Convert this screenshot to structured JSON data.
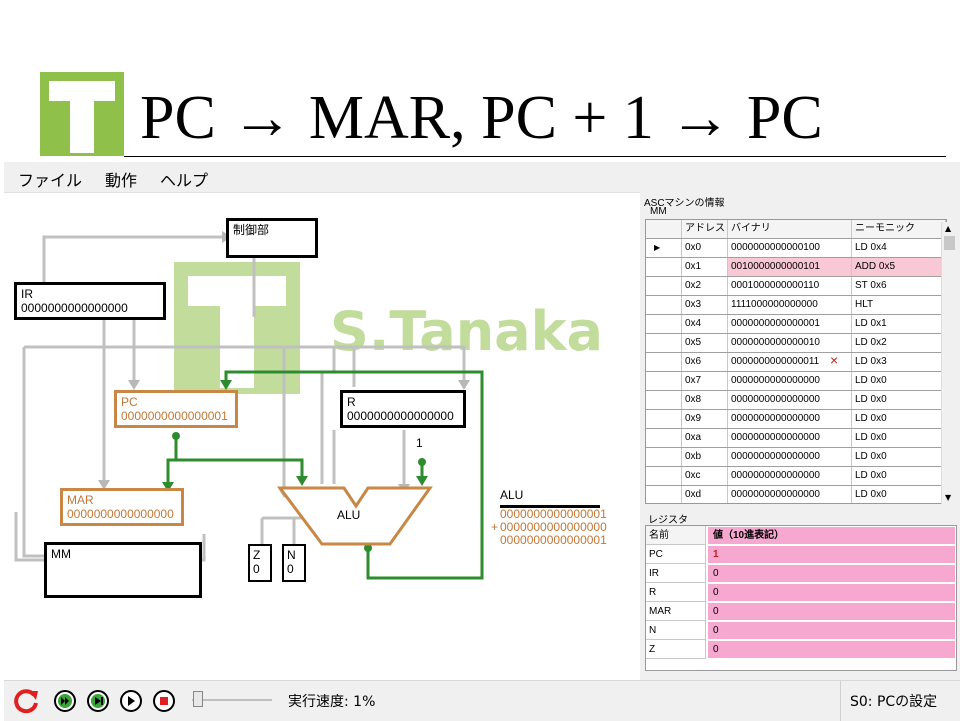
{
  "slide": {
    "title": "PC → MAR, PC + 1 → PC",
    "logo_letter": "T"
  },
  "watermark": {
    "text": "S.Tanaka",
    "letter": "T"
  },
  "menu": {
    "items": [
      "ファイル",
      "動作",
      "ヘルプ"
    ]
  },
  "diagram": {
    "control_unit": "制御部",
    "ir_label": "IR",
    "ir_value": "0000000000000000",
    "pc_label": "PC",
    "pc_value": "0000000000000001",
    "r_label": "R",
    "r_value": "0000000000000000",
    "mar_label": "MAR",
    "mar_value": "0000000000000000",
    "mm_label": "MM",
    "alu_label": "ALU",
    "z_label": "Z",
    "z_value": "0",
    "n_label": "N",
    "n_value": "0",
    "const_one": "1",
    "alu_out_label": "ALU",
    "alu_line1": "0000000000000001",
    "alu_plus": "+",
    "alu_line2": "0000000000000000",
    "alu_line3": "0000000000000001"
  },
  "panel": {
    "group_title": "ASCマシンの情報",
    "mm_title": "MM",
    "columns": [
      "アドレス",
      "バイナリ",
      "ニーモニック"
    ],
    "rows": [
      {
        "addr": "0x0",
        "bin": "0000000000000100",
        "mn": "LD 0x4"
      },
      {
        "addr": "0x1",
        "bin": "0010000000000101",
        "mn": "ADD 0x5"
      },
      {
        "addr": "0x2",
        "bin": "0001000000000110",
        "mn": "ST 0x6"
      },
      {
        "addr": "0x3",
        "bin": "1111000000000000",
        "mn": "HLT"
      },
      {
        "addr": "0x4",
        "bin": "0000000000000001",
        "mn": "LD 0x1"
      },
      {
        "addr": "0x5",
        "bin": "0000000000000010",
        "mn": "LD 0x2"
      },
      {
        "addr": "0x6",
        "bin": "0000000000000011",
        "mn": "LD 0x3"
      },
      {
        "addr": "0x7",
        "bin": "0000000000000000",
        "mn": "LD 0x0"
      },
      {
        "addr": "0x8",
        "bin": "0000000000000000",
        "mn": "LD 0x0"
      },
      {
        "addr": "0x9",
        "bin": "0000000000000000",
        "mn": "LD 0x0"
      },
      {
        "addr": "0xa",
        "bin": "0000000000000000",
        "mn": "LD 0x0"
      },
      {
        "addr": "0xb",
        "bin": "0000000000000000",
        "mn": "LD 0x0"
      },
      {
        "addr": "0xc",
        "bin": "0000000000000000",
        "mn": "LD 0x0"
      },
      {
        "addr": "0xd",
        "bin": "0000000000000000",
        "mn": "LD 0x0"
      }
    ],
    "reg_title": "レジスタ",
    "reg_columns": [
      "名前",
      "値（10進表記）"
    ],
    "registers": [
      {
        "name": "PC",
        "value": "1"
      },
      {
        "name": "IR",
        "value": "0"
      },
      {
        "name": "R",
        "value": "0"
      },
      {
        "name": "MAR",
        "value": "0"
      },
      {
        "name": "N",
        "value": "0"
      },
      {
        "name": "Z",
        "value": "0"
      }
    ]
  },
  "status": {
    "speed_text": "実行速度: 1%",
    "speed_fraction": 0.01,
    "state_text": "S0: PCの設定"
  },
  "colors": {
    "logo_green": "#8fc04a",
    "wire_green": "#2e8b2e",
    "wire_gray": "#c0c0c0",
    "box_orange": "#c88744",
    "register_pink": "#f7a8d0",
    "row_highlight": "#f8c8d4"
  }
}
